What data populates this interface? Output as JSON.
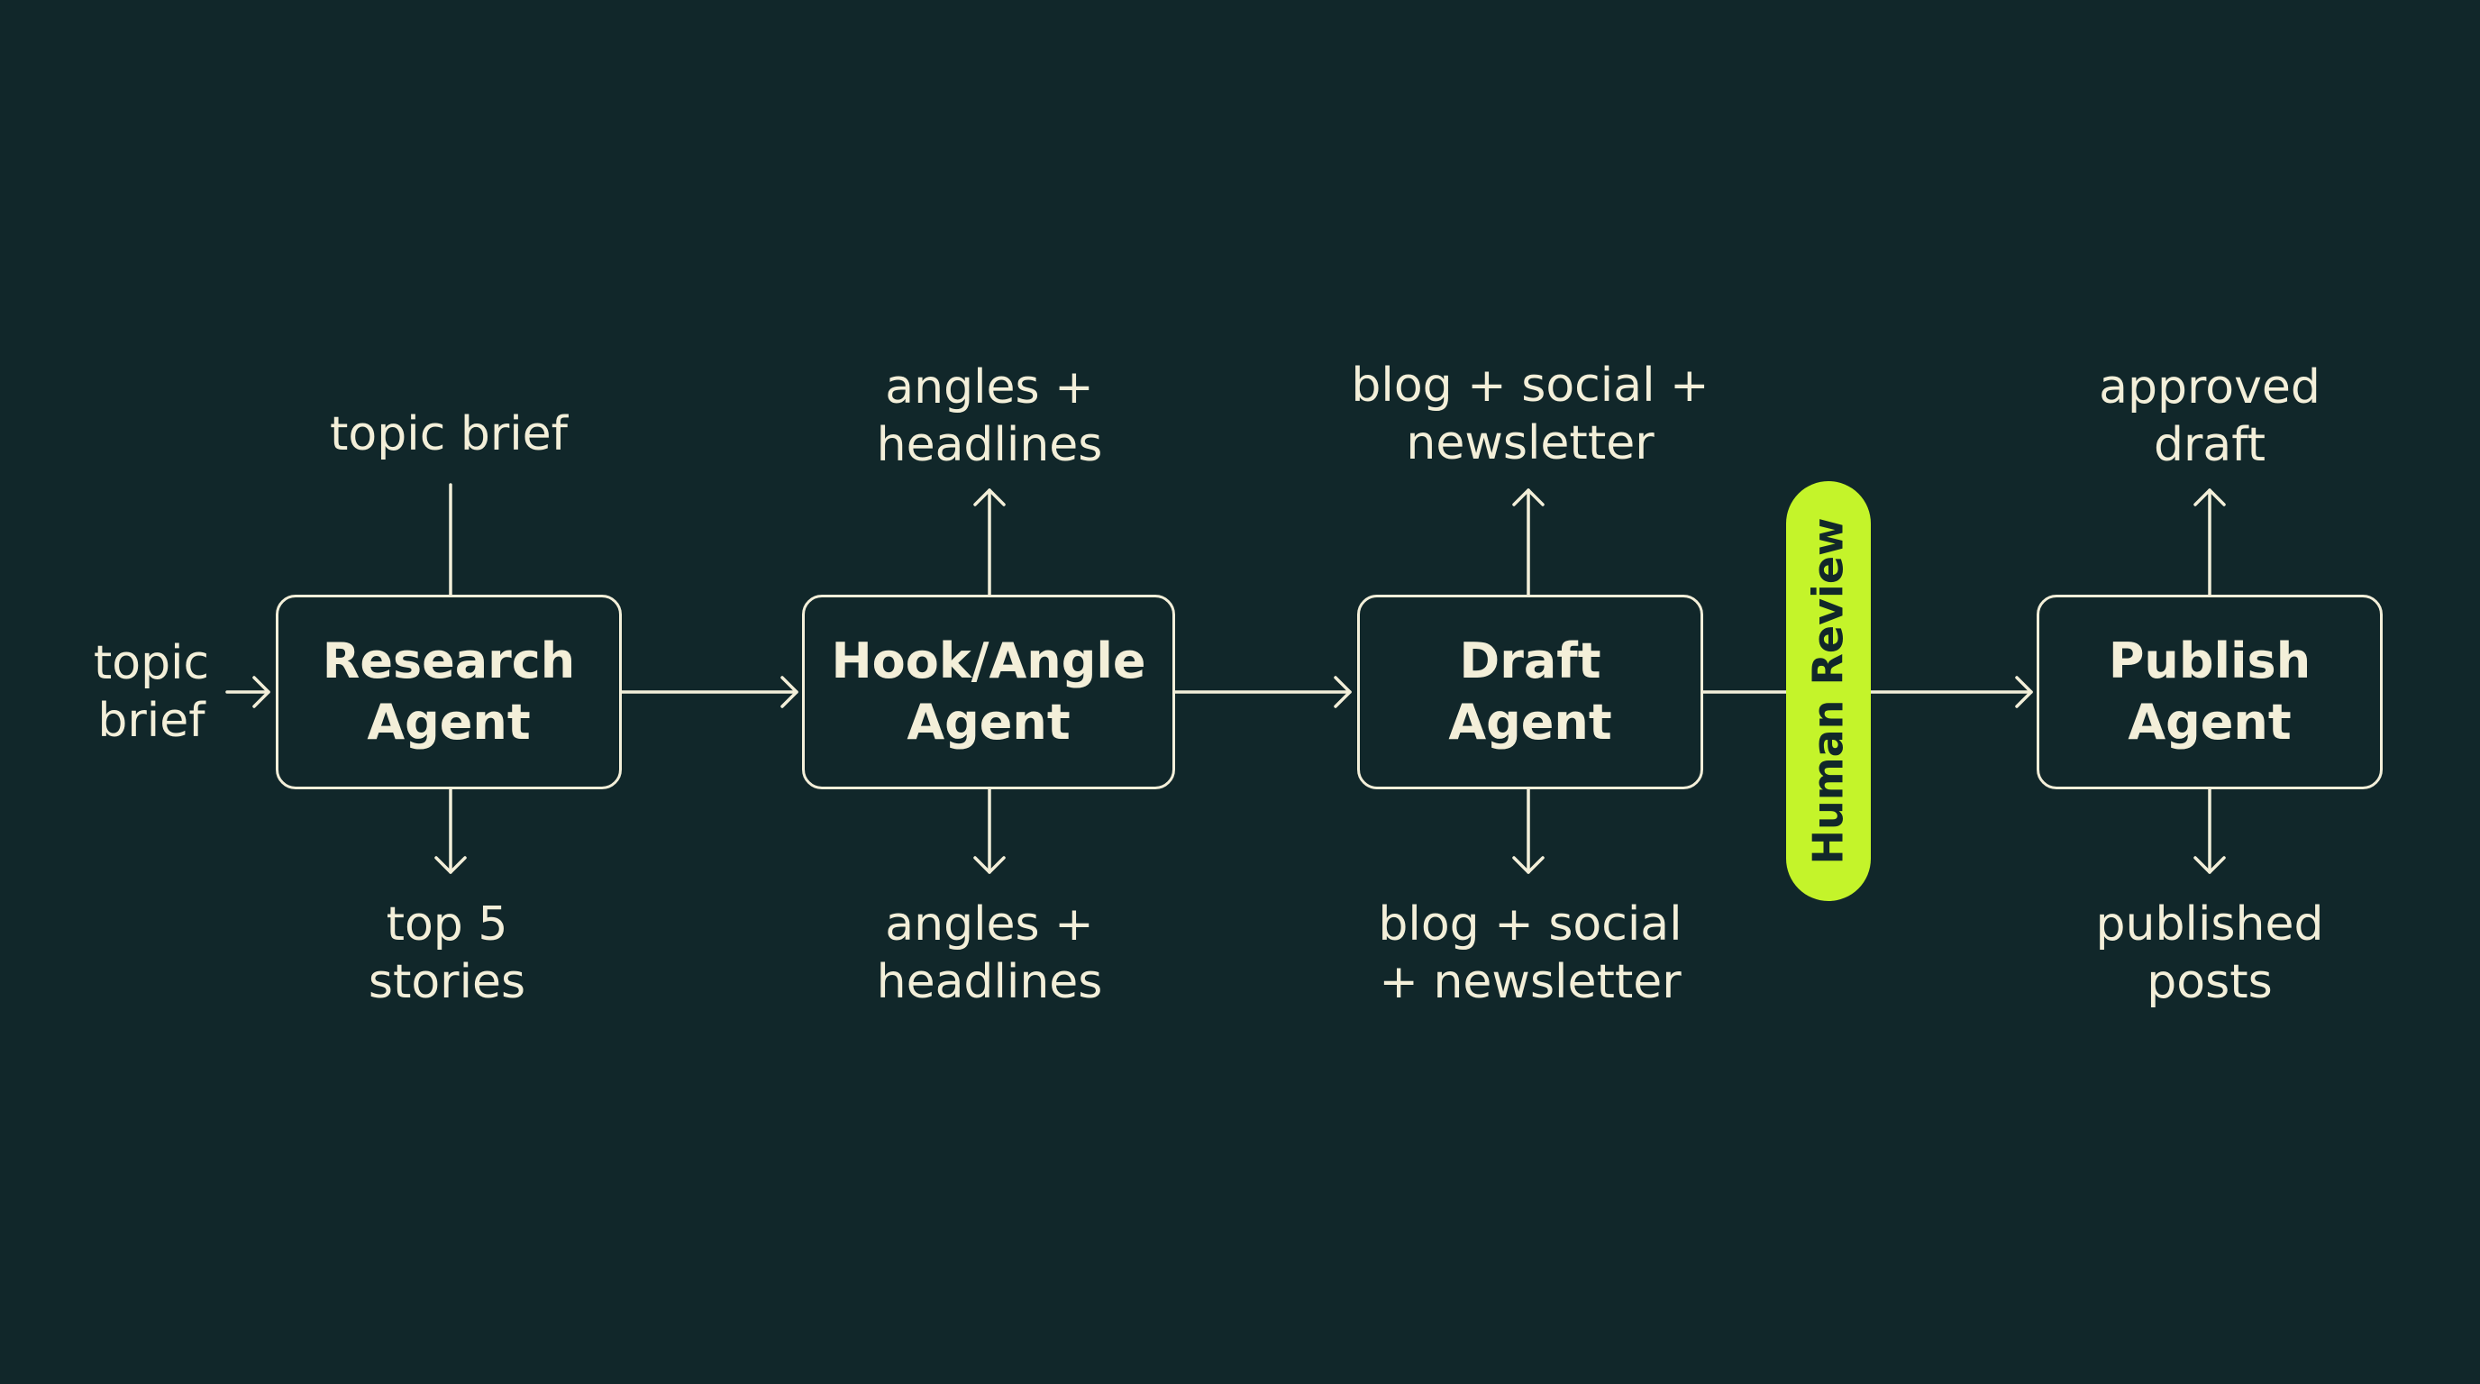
{
  "colors": {
    "background": "#11272a",
    "foreground": "#f3efd9",
    "accent": "#c4f42a"
  },
  "agents": {
    "research": {
      "label": "Research\nAgent"
    },
    "hook": {
      "label": "Hook/Angle\nAgent"
    },
    "draft": {
      "label": "Draft\nAgent"
    },
    "publish": {
      "label": "Publish\nAgent"
    }
  },
  "review": {
    "label": "Human Review"
  },
  "labels": {
    "input_left": "topic\nbrief",
    "research_top": "topic brief",
    "research_bottom": "top 5\nstories",
    "hook_top": "angles +\nheadlines",
    "hook_bottom": "angles +\nheadlines",
    "draft_top": "blog + social +\nnewsletter",
    "draft_bottom": "blog + social\n+ newsletter",
    "publish_top": "approved\ndraft",
    "publish_bottom": "published\nposts"
  }
}
